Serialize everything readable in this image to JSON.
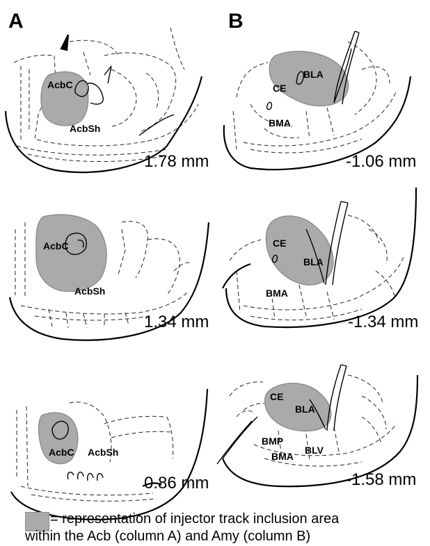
{
  "panels": {
    "a": {
      "letter": "A",
      "sections": [
        {
          "level": "1.78 mm",
          "labels": [
            "AcbC",
            "AcbSh"
          ]
        },
        {
          "level": "1.34 mm",
          "labels": [
            "AcbC",
            "AcbSh"
          ]
        },
        {
          "level": "0.86 mm",
          "labels": [
            "AcbC",
            "AcbSh"
          ]
        }
      ]
    },
    "b": {
      "letter": "B",
      "sections": [
        {
          "level": "-1.06 mm",
          "labels": [
            "BLA",
            "CE",
            "BMA"
          ]
        },
        {
          "level": "-1.34 mm",
          "labels": [
            "CE",
            "BLA",
            "BMA"
          ]
        },
        {
          "level": "-1.58 mm",
          "labels": [
            "CE",
            "BLA",
            "BMP",
            "BMA",
            "BLV"
          ]
        }
      ]
    }
  },
  "legend": {
    "swatch_color": "#aaaaaa",
    "line1": "= representation of injector track inclusion area",
    "line2": "within the Acb (column A) and Amy (column B)"
  }
}
